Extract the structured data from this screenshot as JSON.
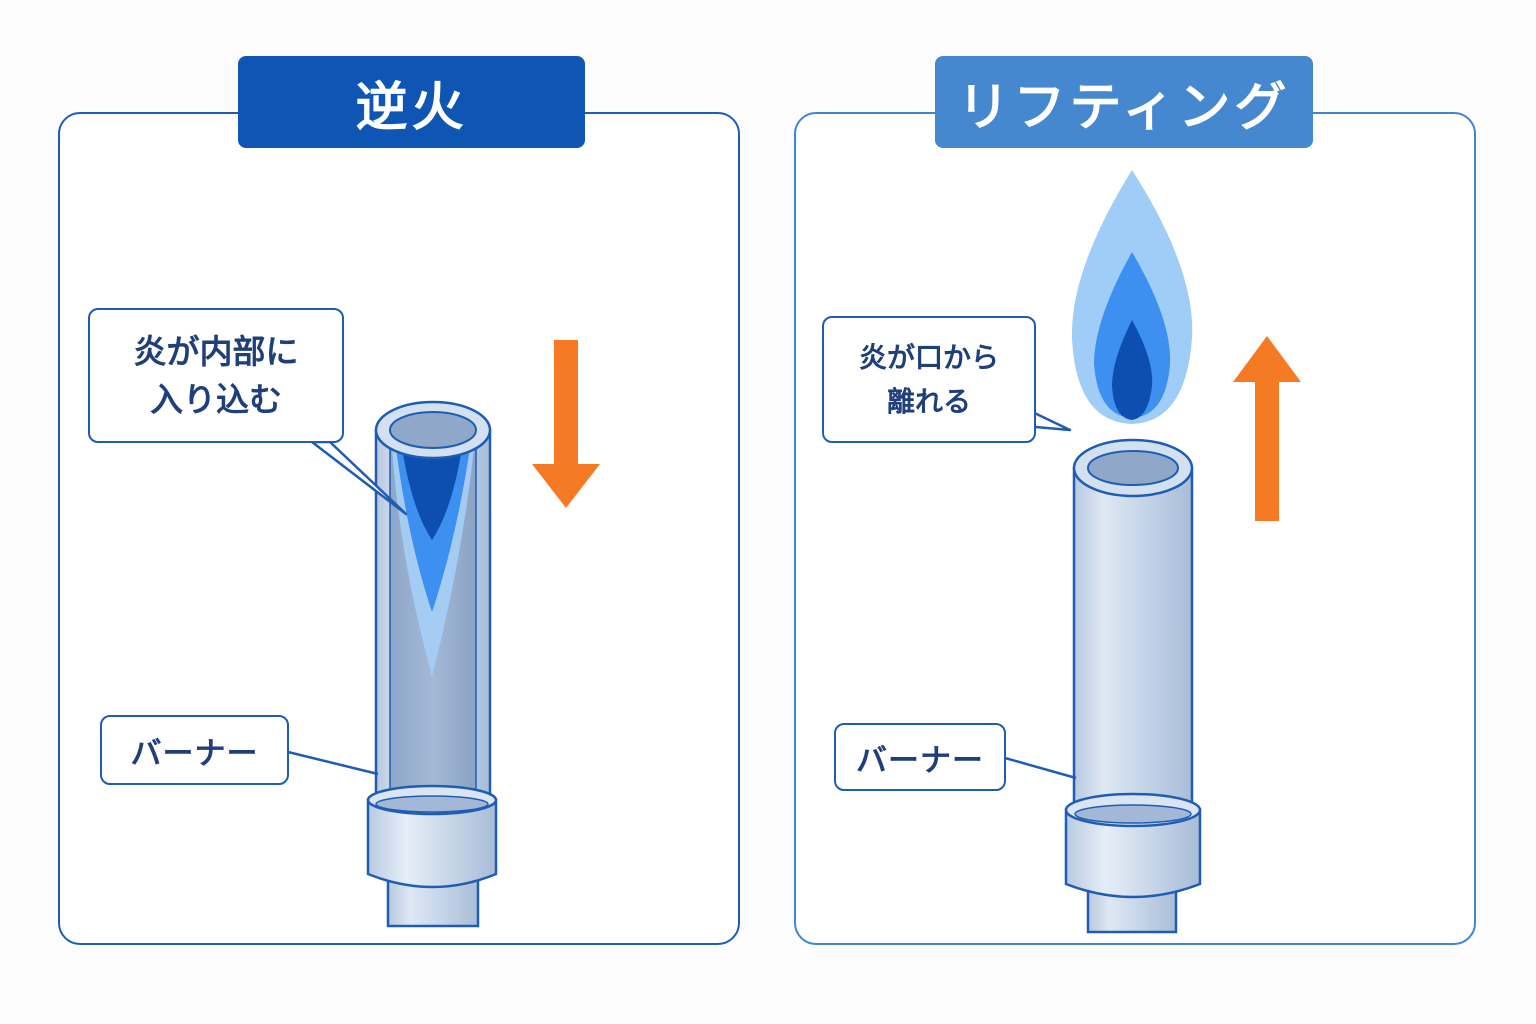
{
  "left_panel": {
    "title": "逆火",
    "callout_line1": "炎が内部に",
    "callout_line2": "入り込む",
    "burner_label": "バーナー",
    "arrow_direction": "down"
  },
  "right_panel": {
    "title": "リフティング",
    "callout_line1": "炎が口から",
    "callout_line2": "離れる",
    "burner_label": "バーナー",
    "arrow_direction": "up"
  },
  "colors": {
    "title_left_bg": "#0f56b4",
    "title_right_bg": "#4688d0",
    "panel_border": "#1f5db3",
    "arrow": "#f57a23",
    "flame_dark": "#0c4fb0",
    "flame_mid": "#3d8ff0",
    "flame_light": "#9fcdf8",
    "burner_tube": "#c8d7ea"
  }
}
